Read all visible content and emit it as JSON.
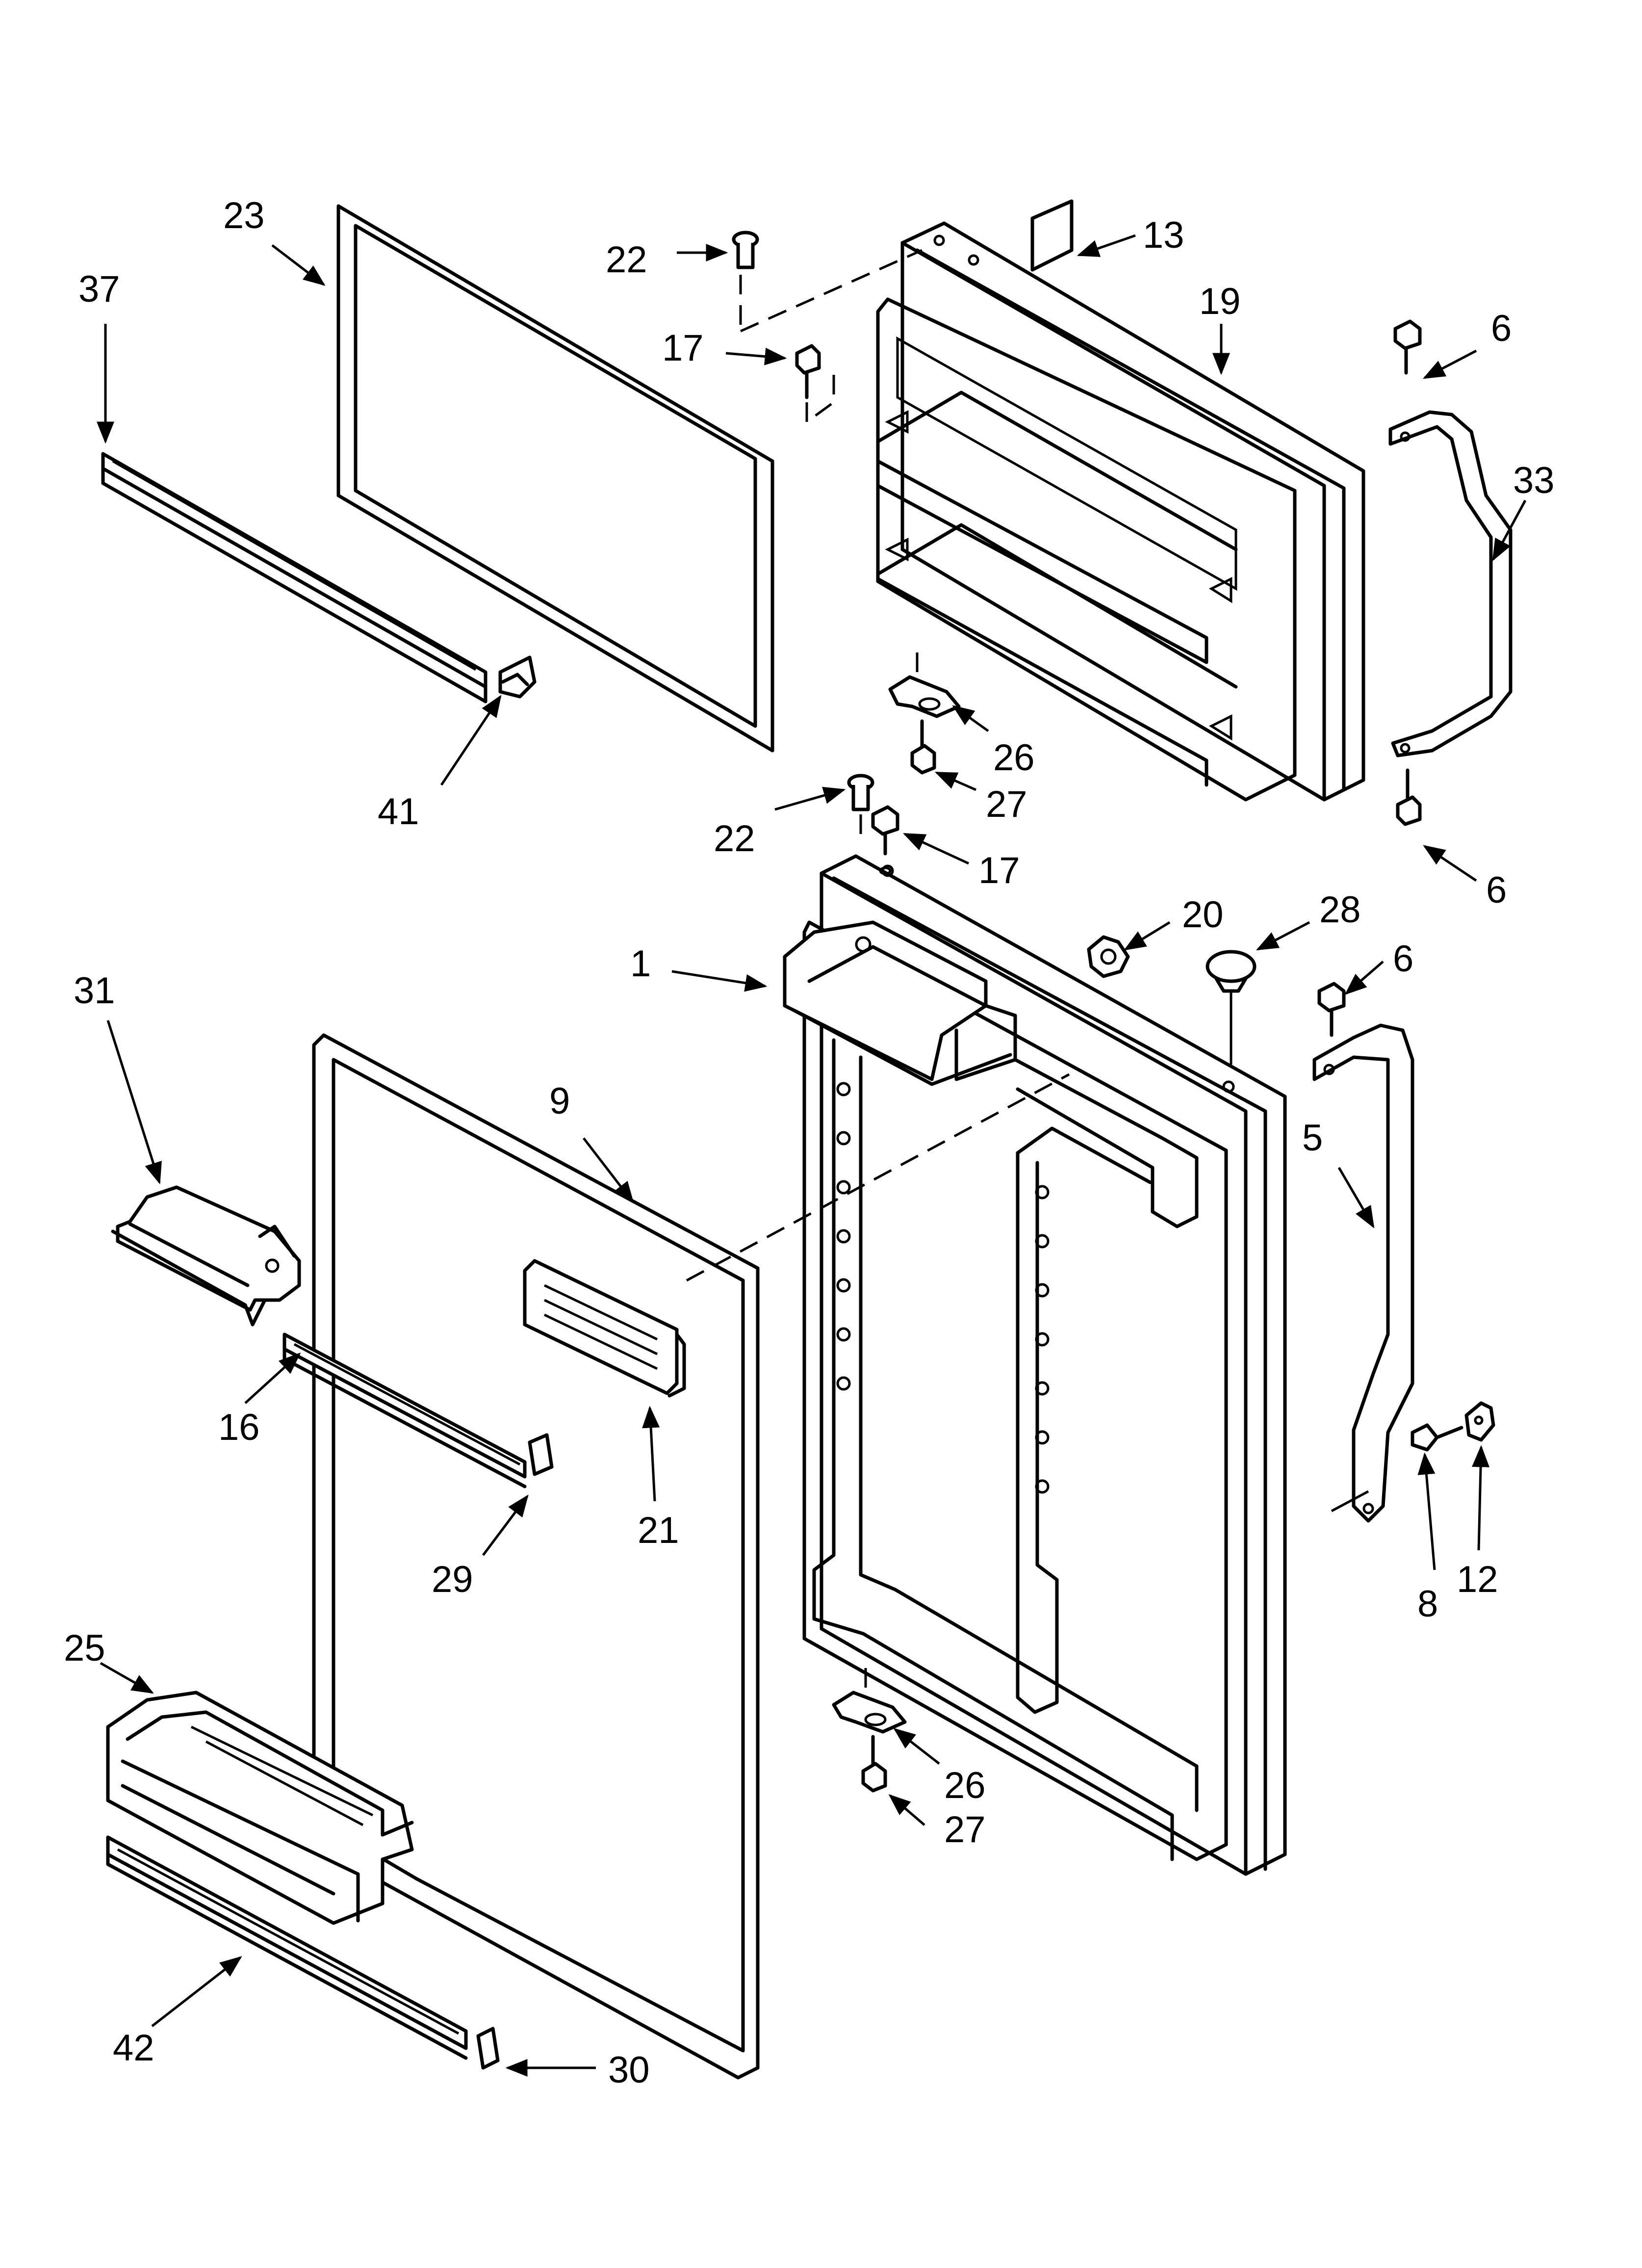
{
  "colors": {
    "line": "#000000",
    "background": "#ffffff"
  },
  "labels": {
    "l23": "23",
    "l37": "37",
    "l41": "41",
    "l22a": "22",
    "l17a": "17",
    "l13": "13",
    "l19": "19",
    "l6a": "6",
    "l33": "33",
    "l26a": "26",
    "l27a": "27",
    "l22b": "22",
    "l17b": "17",
    "l6b": "6",
    "l20": "20",
    "l28": "28",
    "l1": "1",
    "l6c": "6",
    "l31": "31",
    "l9": "9",
    "l5": "5",
    "l16": "16",
    "l21": "21",
    "l29": "29",
    "l8": "8",
    "l12": "12",
    "l25": "25",
    "l26b": "26",
    "l27b": "27",
    "l42": "42",
    "l30": "30"
  }
}
